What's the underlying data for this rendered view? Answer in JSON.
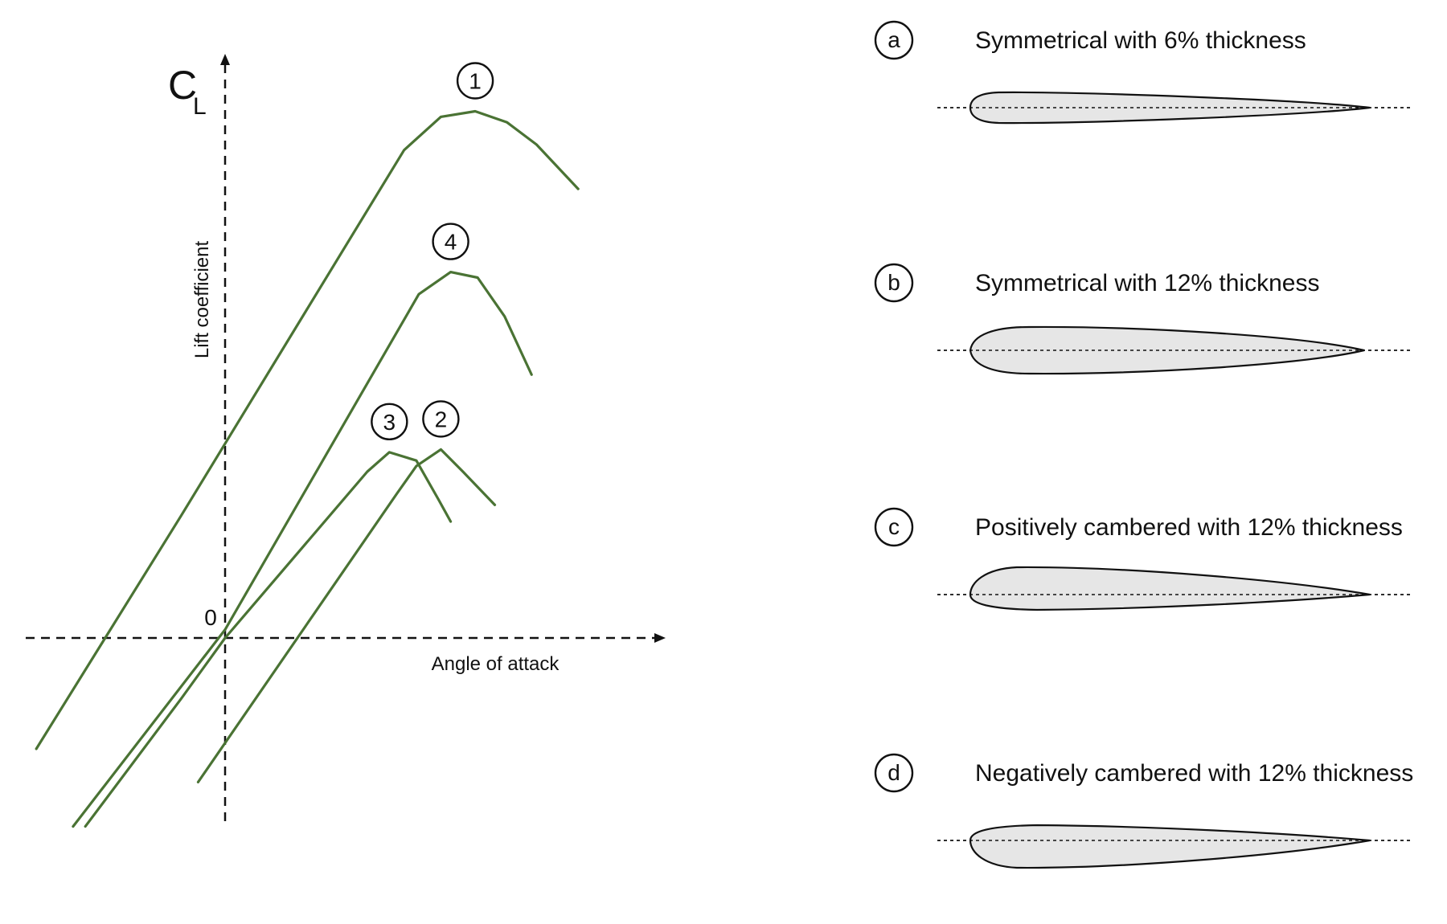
{
  "chart_data": {
    "type": "line",
    "title": "",
    "xlabel": "Angle of attack",
    "ylabel": "Lift coefficient",
    "ylabel_symbol": "C",
    "ylabel_symbol_sub": "L",
    "origin_label": "0",
    "axis_ticks": false,
    "grid": false,
    "xlim": [
      -4,
      9
    ],
    "ylim": [
      -3.7,
      10.5
    ],
    "series": [
      {
        "marker": "1",
        "color": "#4a7334",
        "points": [
          [
            -3.85,
            -2.0
          ],
          [
            -0.9,
            2.2
          ],
          [
            3.65,
            8.8
          ],
          [
            4.4,
            9.4
          ],
          [
            5.1,
            9.5
          ],
          [
            5.75,
            9.3
          ],
          [
            6.35,
            8.9
          ],
          [
            7.2,
            8.1
          ]
        ]
      },
      {
        "marker": "2",
        "color": "#4a7334",
        "points": [
          [
            -0.55,
            -2.6
          ],
          [
            3.5,
            2.6
          ],
          [
            3.9,
            3.1
          ],
          [
            4.4,
            3.4
          ],
          [
            4.85,
            3.0
          ],
          [
            5.5,
            2.4
          ]
        ]
      },
      {
        "marker": "3",
        "color": "#4a7334",
        "points": [
          [
            -2.85,
            -3.4
          ],
          [
            -0.9,
            -1.1
          ],
          [
            0.0,
            0.0
          ],
          [
            2.9,
            3.0
          ],
          [
            3.35,
            3.35
          ],
          [
            3.9,
            3.2
          ],
          [
            4.35,
            2.5
          ],
          [
            4.6,
            2.1
          ]
        ]
      },
      {
        "marker": "4",
        "color": "#4a7334",
        "points": [
          [
            -3.1,
            -3.4
          ],
          [
            0.0,
            0.15
          ],
          [
            3.95,
            6.2
          ],
          [
            4.6,
            6.6
          ],
          [
            5.15,
            6.5
          ],
          [
            5.7,
            5.8
          ],
          [
            6.25,
            4.75
          ]
        ]
      }
    ],
    "legend": [
      {
        "key": "a",
        "label": "Symmetrical with 6% thickness",
        "profile": "symmetric-6"
      },
      {
        "key": "b",
        "label": "Symmetrical with 12% thickness",
        "profile": "symmetric-12"
      },
      {
        "key": "c",
        "label": "Positively cambered with 12% thickness",
        "profile": "positive-camber-12"
      },
      {
        "key": "d",
        "label": "Negatively cambered with 12% thickness",
        "profile": "negative-camber-12"
      }
    ],
    "colors": {
      "curve": "#4a7334",
      "profile_fill": "#e6e6e6",
      "outline": "#111111"
    }
  }
}
